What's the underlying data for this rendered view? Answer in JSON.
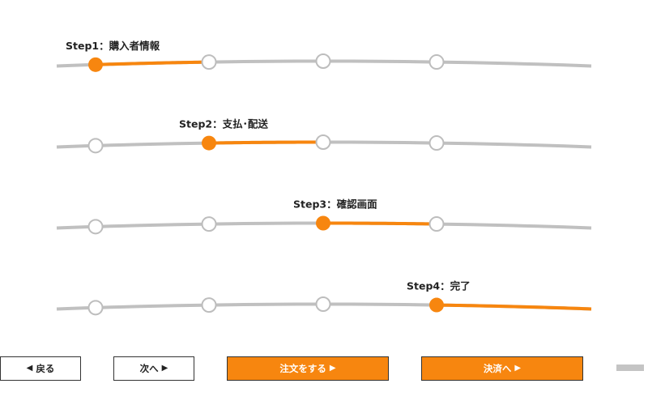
{
  "steps": [
    {
      "label": "Step1：購入者情報",
      "active_index": 0
    },
    {
      "label": "Step2：支払･配送",
      "active_index": 1
    },
    {
      "label": "Step3：確認画面",
      "active_index": 2
    },
    {
      "label": "Step4：完了",
      "active_index": 3
    }
  ],
  "buttons": {
    "back": {
      "arrow": "◀",
      "label": "戻る"
    },
    "next": {
      "label": "次へ",
      "arrow": "▶"
    },
    "order": {
      "label": "注文をする",
      "arrow": "▶"
    },
    "checkout": {
      "label": "決済へ",
      "arrow": "▶"
    }
  },
  "colors": {
    "accent": "#f7860f",
    "track": "#c0c0c0",
    "node_border": "#bdbdbd",
    "text": "#222222"
  },
  "icons": {
    "back_arrow": "triangle-left-icon",
    "forward_arrow": "triangle-right-icon"
  }
}
